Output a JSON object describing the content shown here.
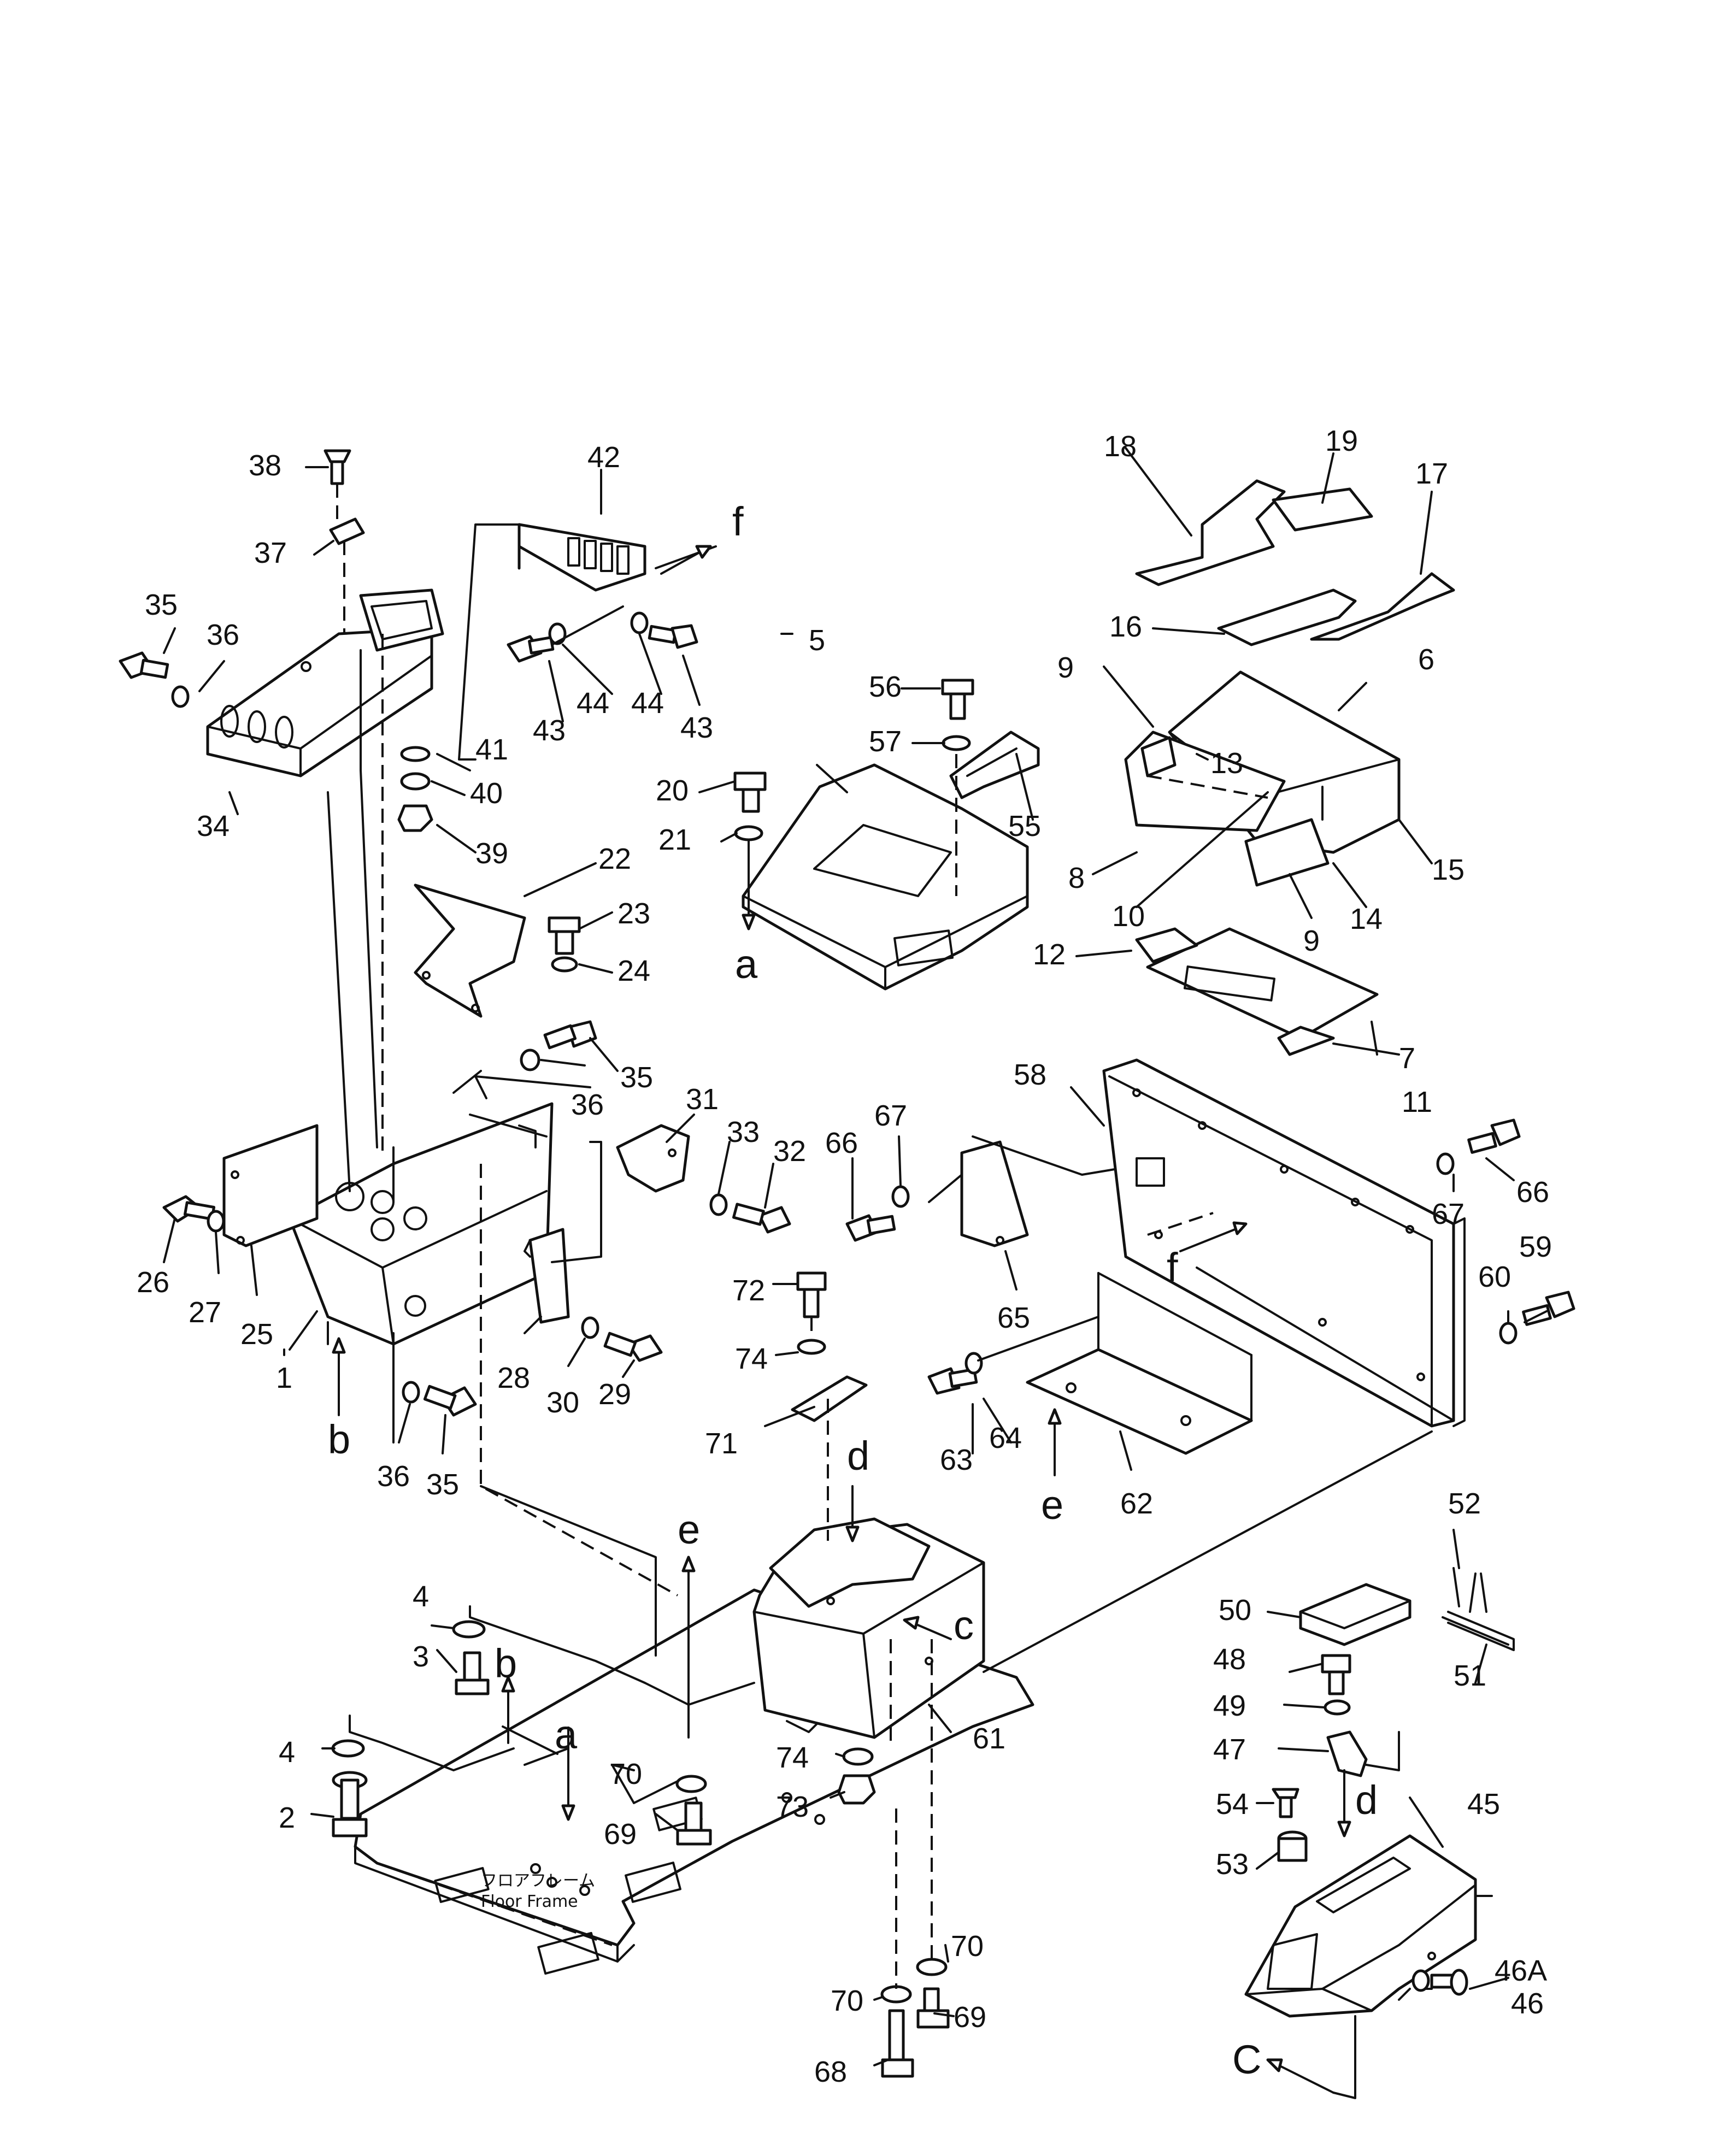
{
  "labels": {
    "n1": "1",
    "n2": "2",
    "n3": "3",
    "n4a": "4",
    "n4b": "4",
    "n5": "5",
    "n6": "6",
    "n7": "7",
    "n8": "8",
    "n9a": "9",
    "n9b": "9",
    "n10": "10",
    "n11": "11",
    "n12": "12",
    "n13": "13",
    "n14": "14",
    "n15": "15",
    "n16": "16",
    "n17": "17",
    "n18": "18",
    "n19": "19",
    "n20": "20",
    "n21": "21",
    "n22": "22",
    "n23": "23",
    "n24": "24",
    "n25": "25",
    "n26": "26",
    "n27": "27",
    "n28": "28",
    "n29": "29",
    "n30": "30",
    "n31": "31",
    "n32": "32",
    "n33": "33",
    "n34": "34",
    "n35a": "35",
    "n35b": "35",
    "n35c": "35",
    "n36a": "36",
    "n36b": "36",
    "n36c": "36",
    "n37": "37",
    "n38": "38",
    "n39": "39",
    "n40": "40",
    "n41": "41",
    "n42": "42",
    "n43a": "43",
    "n43b": "43",
    "n44a": "44",
    "n44b": "44",
    "n45": "45",
    "n46": "46",
    "n46A": "46A",
    "n47": "47",
    "n48": "48",
    "n49": "49",
    "n50": "50",
    "n51": "51",
    "n52": "52",
    "n53": "53",
    "n54": "54",
    "n55": "55",
    "n56": "56",
    "n57": "57",
    "n58": "58",
    "n59": "59",
    "n60": "60",
    "n61": "61",
    "n62": "62",
    "n63": "63",
    "n64": "64",
    "n65": "65",
    "n66a": "66",
    "n66b": "66",
    "n67a": "67",
    "n67b": "67",
    "n68": "68",
    "n69a": "69",
    "n69b": "69",
    "n70a": "70",
    "n70b": "70",
    "n70c": "70",
    "n71": "71",
    "n72": "72",
    "n73": "73",
    "n74a": "74",
    "n74b": "74"
  },
  "refs": {
    "a_top": "a",
    "a_floor": "a",
    "b_top": "b",
    "b_floor": "b",
    "c_top": "c",
    "c_bottom": "C",
    "d_top": "d",
    "d_bottom": "d",
    "e_top": "e",
    "e_floor": "e",
    "f_top": "f",
    "f_mid": "f"
  },
  "floor_frame": {
    "jp": "フロアフレーム",
    "en": "Floor Frame"
  }
}
